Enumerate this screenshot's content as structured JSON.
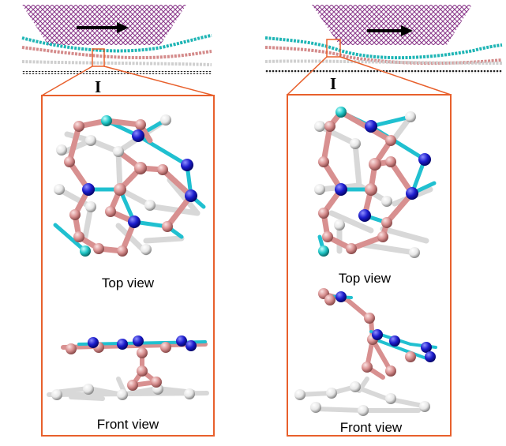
{
  "panels": [
    {
      "id": "left",
      "marker": "I",
      "top_view_label": "Top view",
      "front_view_label": "Front view"
    },
    {
      "id": "right",
      "marker": "I",
      "top_view_label": "Top view",
      "front_view_label": "Front view"
    }
  ],
  "colors": {
    "tip_grid": "#8b3a8b",
    "arrow": "#000000",
    "layer_cyan": "#1fb5b5",
    "layer_pink": "#d48b8b",
    "layer_white": "#d9d9d9",
    "substrate": "#222222",
    "callout": "#e8602c",
    "atom_pink": "#d89090",
    "atom_blue": "#1c1ccc",
    "atom_white": "#f0f0f0",
    "atom_cyan": "#20c8c8",
    "bond_cyan": "#20c0d0",
    "bond_white": "#d8d8d8"
  }
}
